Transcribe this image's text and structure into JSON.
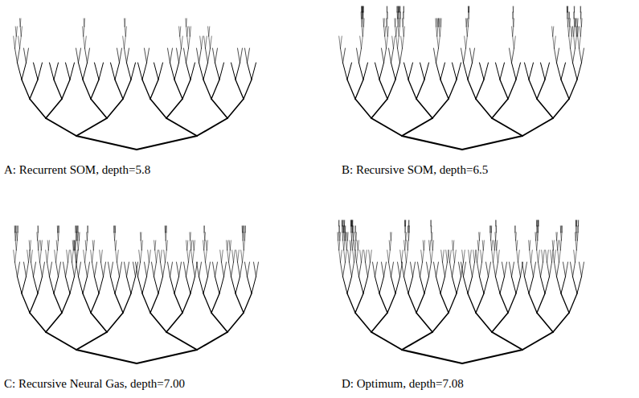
{
  "diagram": {
    "labels": [
      "A: Recurrent SOM, depth=5.8",
      "B: Recursive SOM, depth=6.5",
      "C: Recursive Neural Gas, depth=7.00",
      "D: Optimum, depth=7.08"
    ]
  }
}
